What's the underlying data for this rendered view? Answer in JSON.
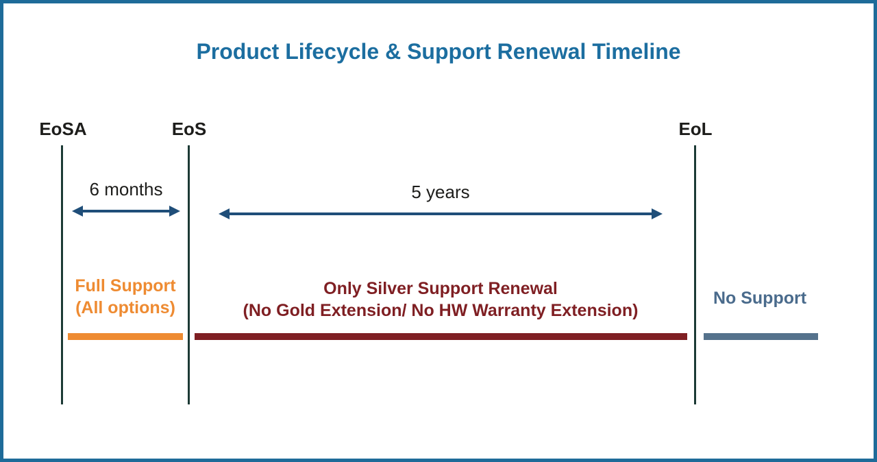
{
  "title": "Product Lifecycle & Support Renewal Timeline",
  "milestones": [
    {
      "label": "EoSA"
    },
    {
      "label": "EoS"
    },
    {
      "label": "EoL"
    }
  ],
  "durations": [
    {
      "label": "6 months"
    },
    {
      "label": "5 years"
    }
  ],
  "phases": [
    {
      "line1": "Full Support",
      "line2": "(All options)",
      "color": "#ee8b32",
      "text_color": "#ee8b32"
    },
    {
      "line1": "Only Silver Support Renewal",
      "line2": "(No Gold Extension/ No HW Warranty Extension)",
      "color": "#7f1f23",
      "text_color": "#7f1f23"
    },
    {
      "line1": "No Support",
      "color": "#55728c",
      "text_color": "#4a6b8c"
    }
  ],
  "colors": {
    "frame": "#1e6b99",
    "title": "#1c6ea0",
    "milestone_line": "#1c3a35",
    "arrow": "#1f4e79",
    "label_text": "#1d1d1b"
  }
}
